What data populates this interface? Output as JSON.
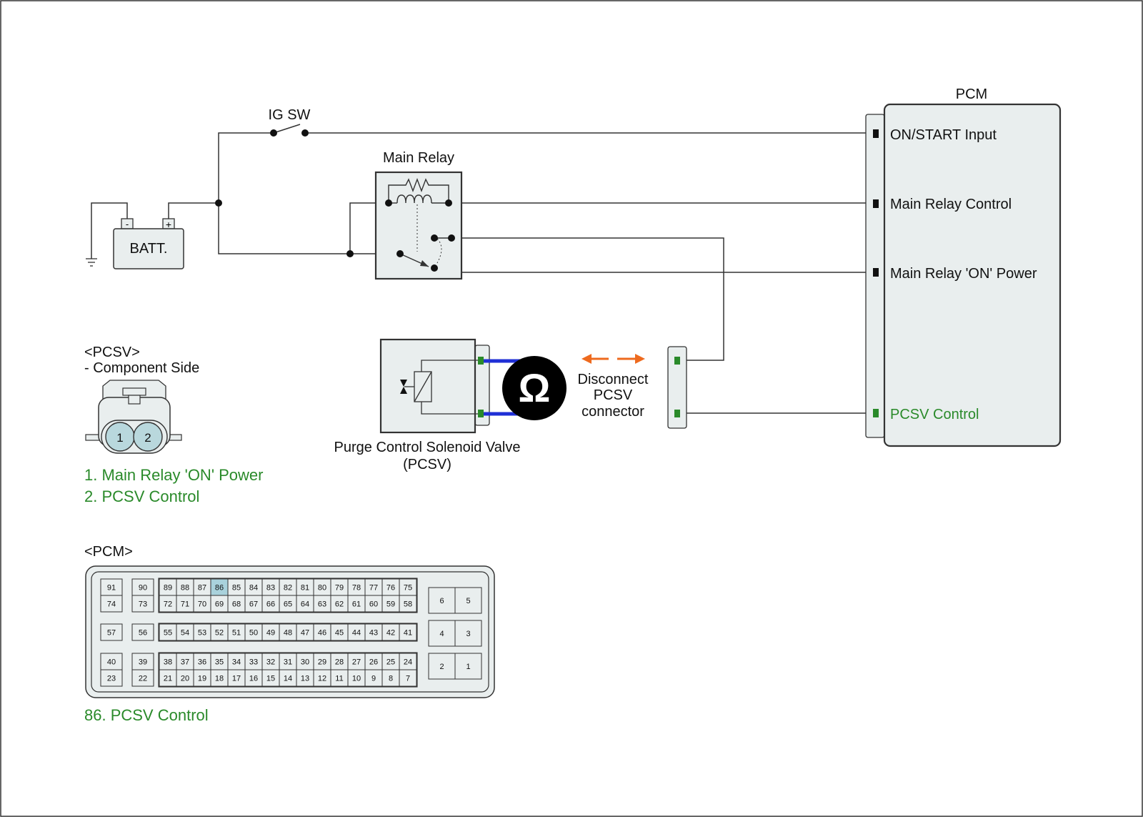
{
  "labels": {
    "ig_sw": "IG SW",
    "main_relay": "Main Relay",
    "battery": "BATT.",
    "battery_neg": "-",
    "battery_pos": "+",
    "pcm": "PCM",
    "pcsv_name": "Purge Control Solenoid Valve",
    "pcsv_abbr": "(PCSV)",
    "disconnect_line1": "Disconnect",
    "disconnect_line2": "PCSV",
    "disconnect_line3": "connector",
    "ohm_symbol": "Ω"
  },
  "pcm_pins": [
    {
      "label": "ON/START Input",
      "color": "#111111"
    },
    {
      "label": "Main Relay Control",
      "color": "#111111"
    },
    {
      "label": "Main Relay 'ON' Power",
      "color": "#111111"
    },
    {
      "label": "PCSV Control",
      "color": "#2a8a2a"
    }
  ],
  "pcsv_connector": {
    "title": "<PCSV>",
    "subtitle": "- Component Side",
    "pin_labels": [
      "1",
      "2"
    ],
    "legend": [
      "1. Main Relay 'ON' Power",
      "2. PCSV Control"
    ]
  },
  "pcm_connector": {
    "title": "<PCM>",
    "highlight_pin": "86",
    "highlight_color": "#a9d2dc",
    "legend": [
      "86. PCSV Control"
    ],
    "row1_top": [
      "89",
      "88",
      "87",
      "86",
      "85",
      "84",
      "83",
      "82",
      "81",
      "80",
      "79",
      "78",
      "77",
      "76",
      "75"
    ],
    "row1_bottom": [
      "72",
      "71",
      "70",
      "69",
      "68",
      "67",
      "66",
      "65",
      "64",
      "63",
      "62",
      "61",
      "60",
      "59",
      "58"
    ],
    "row2": [
      "55",
      "54",
      "53",
      "52",
      "51",
      "50",
      "49",
      "48",
      "47",
      "46",
      "45",
      "44",
      "43",
      "42",
      "41"
    ],
    "row3_top": [
      "38",
      "37",
      "36",
      "35",
      "34",
      "33",
      "32",
      "31",
      "30",
      "29",
      "28",
      "27",
      "26",
      "25",
      "24"
    ],
    "row3_bottom": [
      "21",
      "20",
      "19",
      "18",
      "17",
      "16",
      "15",
      "14",
      "13",
      "12",
      "11",
      "10",
      "9",
      "8",
      "7"
    ],
    "left_col1": [
      "91",
      "74",
      "57",
      "40",
      "23"
    ],
    "left_col2": [
      "90",
      "73",
      "56",
      "39",
      "22"
    ],
    "right_pairs": [
      [
        "6",
        "5"
      ],
      [
        "4",
        "3"
      ],
      [
        "2",
        "1"
      ]
    ]
  },
  "colors": {
    "panel_fill": "#e9eeee",
    "wire": "#333333",
    "green": "#2a8a2a",
    "meter_probe": "#1f2fd6",
    "arrow": "#ee6a1e",
    "pin_fill": "#b9d8dd"
  }
}
